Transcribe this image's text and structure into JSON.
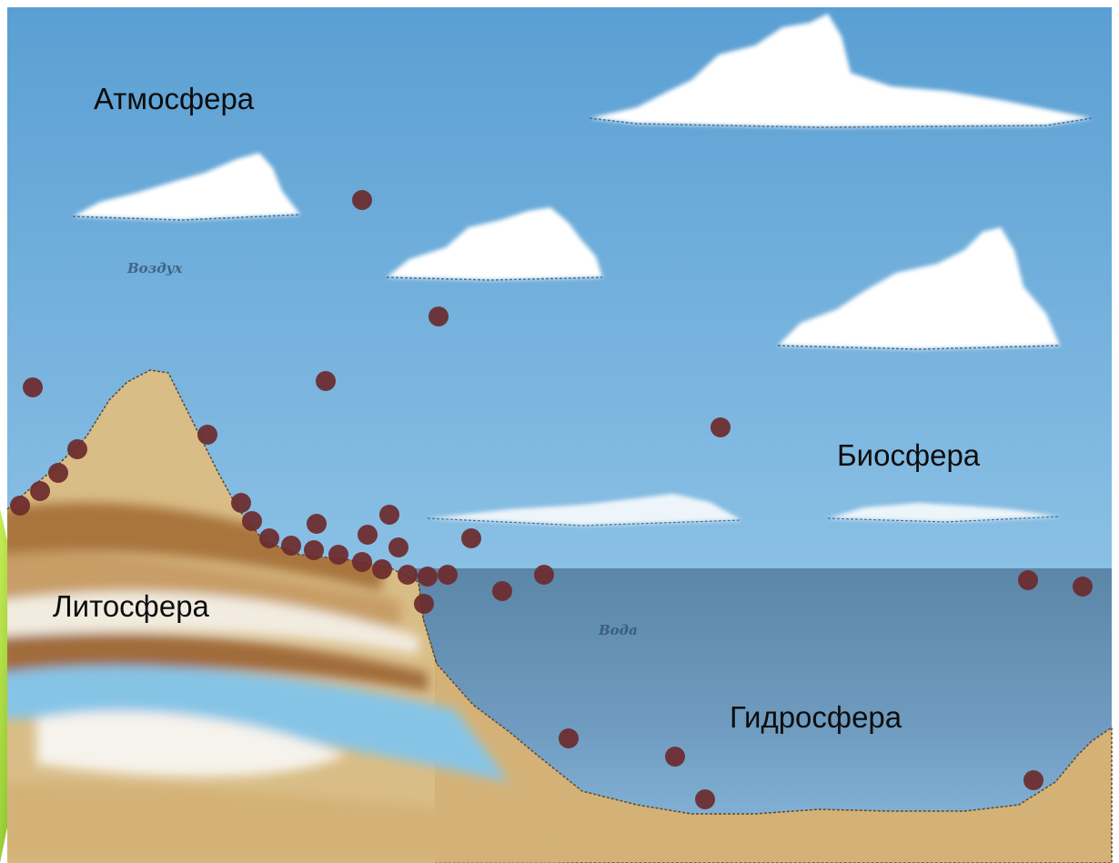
{
  "labels": {
    "atmosphere": "Атмосфера",
    "biosphere": "Биосфера",
    "lithosphere": "Литосфера",
    "hydrosphere": "Гидросфера",
    "air_handwritten": "Воздух",
    "water_handwritten": "Вода"
  },
  "colors": {
    "sky_top": "#5a9fd3",
    "sky_bottom": "#a6d0ea",
    "sea": "#5b86a8",
    "sea_deep": "#7fb0d6",
    "sand": "#d4b277",
    "soil_brown": "#a9743e",
    "underground_water": "#86c4e6",
    "organism_dots": "#6b2a2c",
    "cloud": "#ffffff",
    "leaf_accent": "#8fcf2a"
  }
}
